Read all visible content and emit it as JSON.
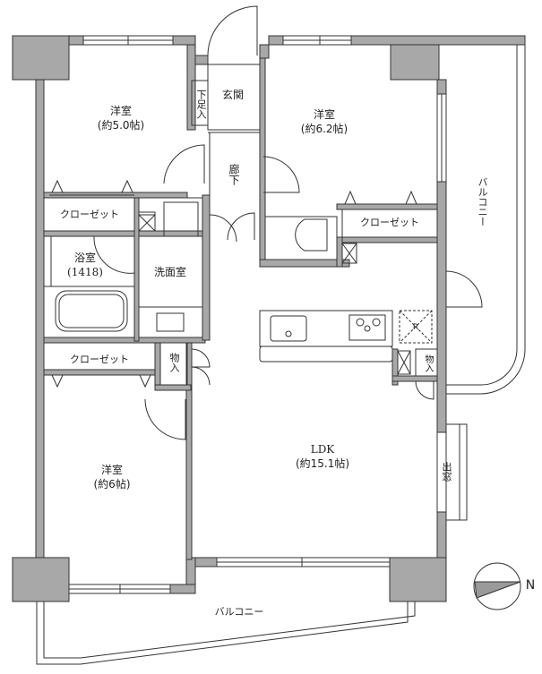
{
  "floor_plan": {
    "colors": {
      "wall": "#a8a8a8",
      "line": "#333333",
      "background": "#ffffff"
    },
    "rooms": {
      "bedroom_nw": {
        "name": "洋室",
        "size": "(約5.0帖)"
      },
      "bedroom_ne": {
        "name": "洋室",
        "size": "(約6.2帖)"
      },
      "bedroom_sw": {
        "name": "洋室",
        "size": "(約6帖)"
      },
      "ldk": {
        "name": "LDK",
        "size": "(約15.1帖)"
      },
      "entrance": {
        "name": "玄関"
      },
      "shoe_storage": {
        "name": "下足入"
      },
      "hallway": {
        "name": "廊下"
      },
      "bathroom": {
        "name": "浴室",
        "size": "(1418)"
      },
      "washroom": {
        "name": "洗面室"
      },
      "closet_nw": {
        "name": "クローゼット"
      },
      "closet_w": {
        "name": "クローゼット"
      },
      "closet_ne": {
        "name": "クローゼット"
      },
      "storage_center": {
        "name": "物入"
      },
      "storage_kitchen": {
        "name": "物入"
      },
      "bay_window": {
        "name": "出窓"
      },
      "balcony_east": {
        "name": "バルコニー"
      },
      "balcony_south": {
        "name": "バルコニー"
      },
      "refrigerator_mark": {
        "name": "R"
      }
    },
    "compass": {
      "label": "N",
      "icon": "north-arrow-icon"
    }
  }
}
